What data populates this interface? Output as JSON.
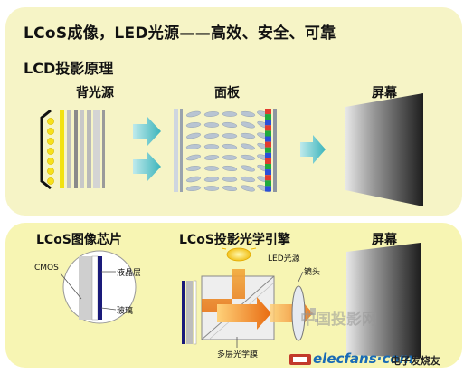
{
  "top": {
    "headline": "LCoS成像，LED光源——高效、安全、可靠",
    "subtitle": "LCD投影原理",
    "labels": {
      "backlight": "背光源",
      "panel": "面板",
      "screen": "屏幕"
    }
  },
  "bottom": {
    "labels": {
      "chip": "LCoS图像芯片",
      "engine": "LCoS投影光学引擎",
      "screen": "屏幕",
      "cmos": "CMOS",
      "liquid_crystal": "液晶层",
      "glass": "玻璃",
      "led_source": "LED光源",
      "lens": "镜头",
      "multilayer_film": "多层光学膜"
    }
  },
  "watermark": {
    "site": "elecfans·com",
    "site_cn": "电子发烧友",
    "overlay": "中国投影网"
  },
  "colors": {
    "panel_top": "#f6f4c6",
    "panel_bottom": "#f7f5b3",
    "arrow": "#4fc0c4",
    "orange": "#f08a1e",
    "navy": "#1a1a7a"
  }
}
